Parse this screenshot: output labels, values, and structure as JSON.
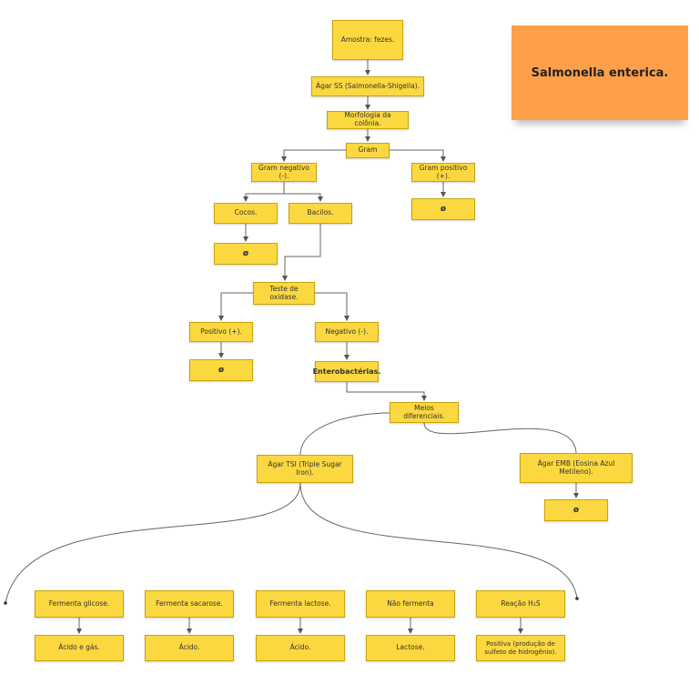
{
  "note": {
    "text": "Salmonella enterica."
  },
  "nodes": {
    "amostra": "Amostra: fezes.",
    "agar_ss": "Ágar SS (Salmonella-Shigella).",
    "morfologia": "Morfologia da colônia.",
    "gram": "Gram",
    "gram_neg": "Gram negativo (-).",
    "gram_pos": "Gram positivo (+).",
    "gram_pos_result": "ø",
    "cocos": "Cocos.",
    "bacilos": "Bacilos.",
    "cocos_result": "ø",
    "oxidase": "Teste de oxidase.",
    "positivo": "Positivo (+).",
    "positivo_result": "ø",
    "negativo": "Negativo (-).",
    "entero": "Enterobactérias.",
    "meios": "Meios diferenciais.",
    "tsi": "Ágar TSI (Triple Sugar Iron).",
    "emb": "Ágar EMB (Eosina Azul Metileno).",
    "emb_result": "ø",
    "ferm_glicose": "Fermenta glicose.",
    "ferm_sacarose": "Fermenta sacarose.",
    "ferm_lactose": "Fermenta lactose.",
    "nao_fermenta": "Não fermenta",
    "reacao_h2s": "Reação H₂S",
    "acido_gas": "Ácido e gás.",
    "acido_1": "Ácido.",
    "acido_2": "Ácido.",
    "lactose": "Lactose.",
    "positiva_h2s": "Positiva (produção de sulfeto de hidrogênio)."
  }
}
